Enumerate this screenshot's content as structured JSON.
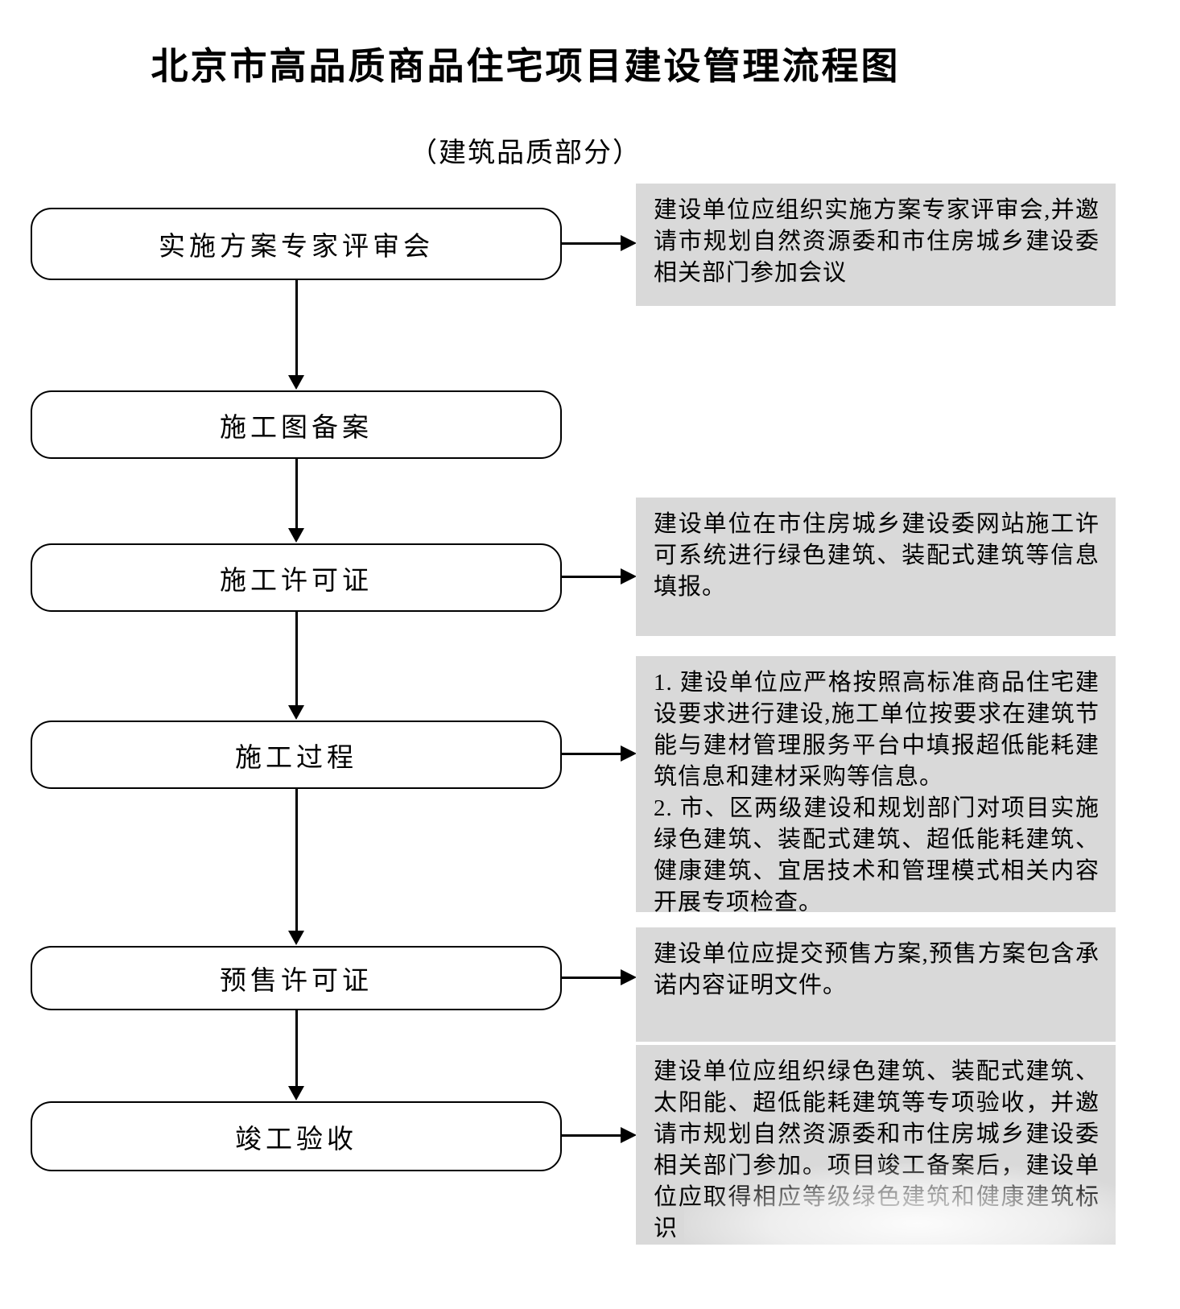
{
  "title": "北京市高品质商品住宅项目建设管理流程图",
  "subtitle": "（建筑品质部分）",
  "colors": {
    "note_bg": "#d9d9d9",
    "line": "#000000"
  },
  "flow": [
    {
      "label": "实施方案专家评审会",
      "note": "建设单位应组织实施方案专家评审会,并邀请市规划自然资源委和市住房城乡建设委相关部门参加会议"
    },
    {
      "label": "施工图备案"
    },
    {
      "label": "施工许可证",
      "note": "建设单位在市住房城乡建设委网站施工许可系统进行绿色建筑、装配式建筑等信息填报。"
    },
    {
      "label": "施工过程",
      "note": "1. 建设单位应严格按照高标准商品住宅建设要求进行建设,施工单位按要求在建筑节能与建材管理服务平台中填报超低能耗建筑信息和建材采购等信息。\n2. 市、区两级建设和规划部门对项目实施绿色建筑、装配式建筑、超低能耗建筑、健康建筑、宜居技术和管理模式相关内容开展专项检查。"
    },
    {
      "label": "预售许可证",
      "note": "建设单位应提交预售方案,预售方案包含承诺内容证明文件。"
    },
    {
      "label": "竣工验收",
      "note": "建设单位应组织绿色建筑、装配式建筑、太阳能、超低能耗建筑等专项验收，并邀请市规划自然资源委和市住房城乡建设委相关部门参加。项目竣工备案后，建设单位应取得相应等级绿色建筑和健康建筑标识"
    }
  ]
}
